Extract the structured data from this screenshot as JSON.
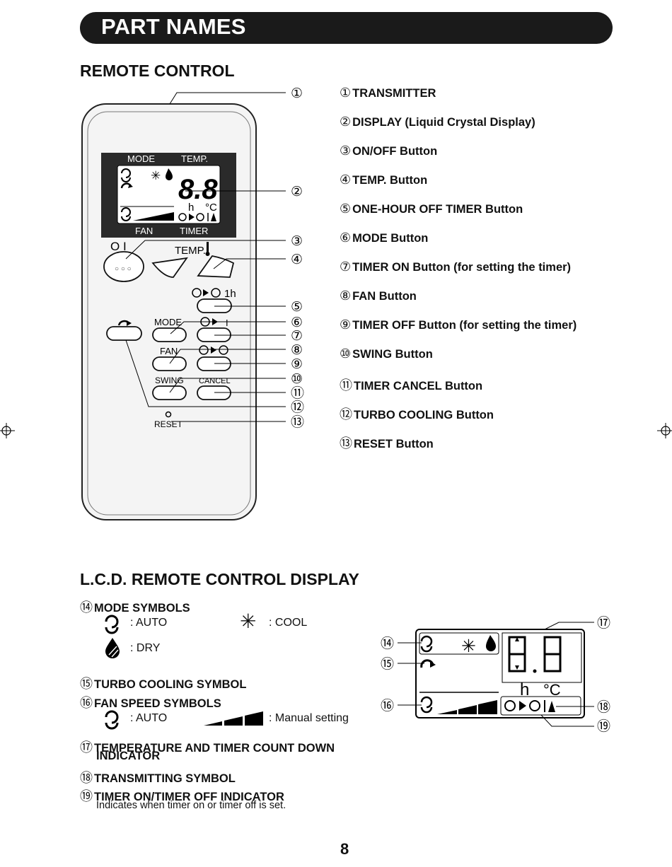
{
  "header": {
    "title": "PART NAMES"
  },
  "remote_section": {
    "title": "REMOTE CONTROL",
    "parts": [
      {
        "num": "①",
        "label": "TRANSMITTER"
      },
      {
        "num": "②",
        "label": "DISPLAY (Liquid Crystal Display)"
      },
      {
        "num": "③",
        "label": "ON/OFF Button"
      },
      {
        "num": "④",
        "label": "TEMP. Button"
      },
      {
        "num": "⑤",
        "label": "ONE-HOUR OFF TIMER Button"
      },
      {
        "num": "⑥",
        "label": "MODE Button"
      },
      {
        "num": "⑦",
        "label": "TIMER ON Button (for setting the timer)"
      },
      {
        "num": "⑧",
        "label": "FAN Button"
      },
      {
        "num": "⑨",
        "label": "TIMER OFF Button (for setting the timer)"
      },
      {
        "num": "⑩",
        "label": "SWING Button"
      },
      {
        "num": "⑪",
        "label": "TIMER CANCEL Button"
      },
      {
        "num": "⑫",
        "label": "TURBO COOLING Button"
      },
      {
        "num": "⑬",
        "label": "RESET Button"
      }
    ],
    "remote_labels": {
      "lcd_mode": "MODE",
      "lcd_temp": "TEMP.",
      "lcd_fan": "FAN",
      "lcd_timer": "TIMER",
      "lcd_digits": "8.8",
      "lcd_h": "h",
      "lcd_celsius": "°C",
      "onoff": "O I",
      "temp": "TEMP.",
      "one_hour": "1h",
      "mode": "MODE",
      "fan": "FAN",
      "swing": "SWING",
      "cancel": "CANCEL",
      "reset": "RESET",
      "timer_on_bar": "I",
      "dots": "○ ○ ○"
    },
    "callouts": [
      "①",
      "②",
      "③",
      "④",
      "⑤",
      "⑥",
      "⑦",
      "⑧",
      "⑨",
      "⑩",
      "⑪",
      "⑫",
      "⑬"
    ]
  },
  "lcd_section": {
    "title": "L.C.D. REMOTE CONTROL DISPLAY",
    "items": [
      {
        "num": "⑭",
        "label": "MODE SYMBOLS"
      },
      {
        "num": "⑮",
        "label": "TURBO COOLING SYMBOL"
      },
      {
        "num": "⑯",
        "label": "FAN SPEED SYMBOLS"
      },
      {
        "num": "⑰",
        "label": "TEMPERATURE AND TIMER COUNT DOWN",
        "label2": "INDICATOR"
      },
      {
        "num": "⑱",
        "label": "TRANSMITTING SYMBOL"
      },
      {
        "num": "⑲",
        "label": "TIMER ON/TIMER OFF INDICATOR"
      }
    ],
    "mode_auto": ": AUTO",
    "mode_cool": ": COOL",
    "mode_dry": ": DRY",
    "fan_auto": ": AUTO",
    "fan_manual": ": Manual setting",
    "timer_note": "Indicates when timer on or timer off is set.",
    "callouts": [
      "⑭",
      "⑮",
      "⑯",
      "⑰",
      "⑱",
      "⑲"
    ],
    "display_h": "h",
    "display_celsius": "°C"
  },
  "footer": {
    "page_number": "8"
  }
}
